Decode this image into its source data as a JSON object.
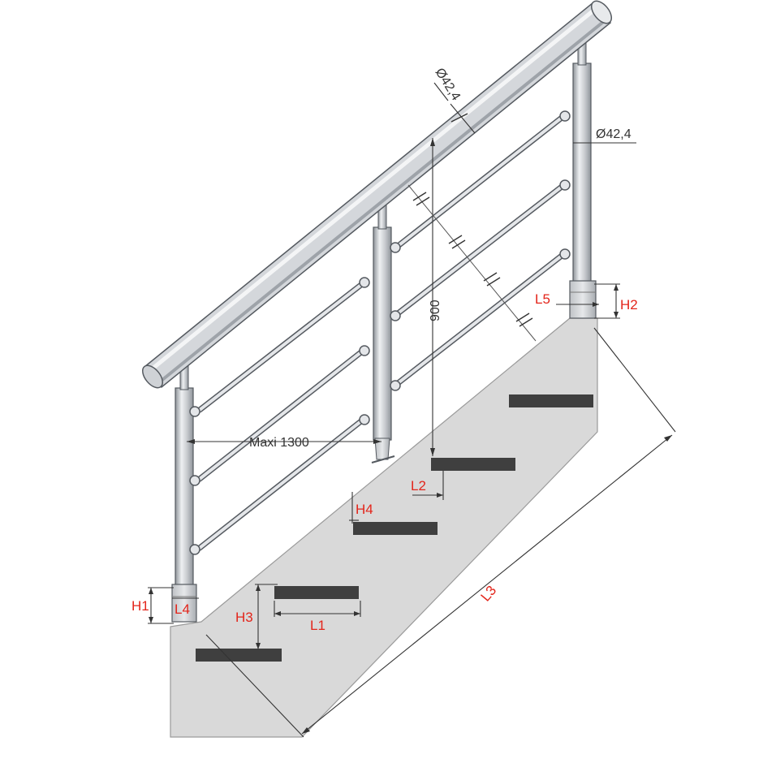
{
  "colors": {
    "background": "#ffffff",
    "stair_body": "#d9d9d9",
    "stair_outline": "#8c8c8c",
    "tread": "#3f3f3f",
    "tube_light": "#eef0f2",
    "tube_mid": "#c9ccd0",
    "tube_dark": "#8f949a",
    "tube_outline": "#555a60",
    "dimension_line": "#333333",
    "label_black": "#333333",
    "label_red": "#e3251b"
  },
  "dimensions": {
    "handrail_diameter": "Ø42,4",
    "post_diameter": "Ø42,4",
    "height": "900",
    "max_span": "Maxi 1300"
  },
  "labels": {
    "h1": "H1",
    "h2": "H2",
    "h3": "H3",
    "h4": "H4",
    "l1": "L1",
    "l2": "L2",
    "l3": "L3",
    "l4": "L4",
    "l5": "L5"
  }
}
